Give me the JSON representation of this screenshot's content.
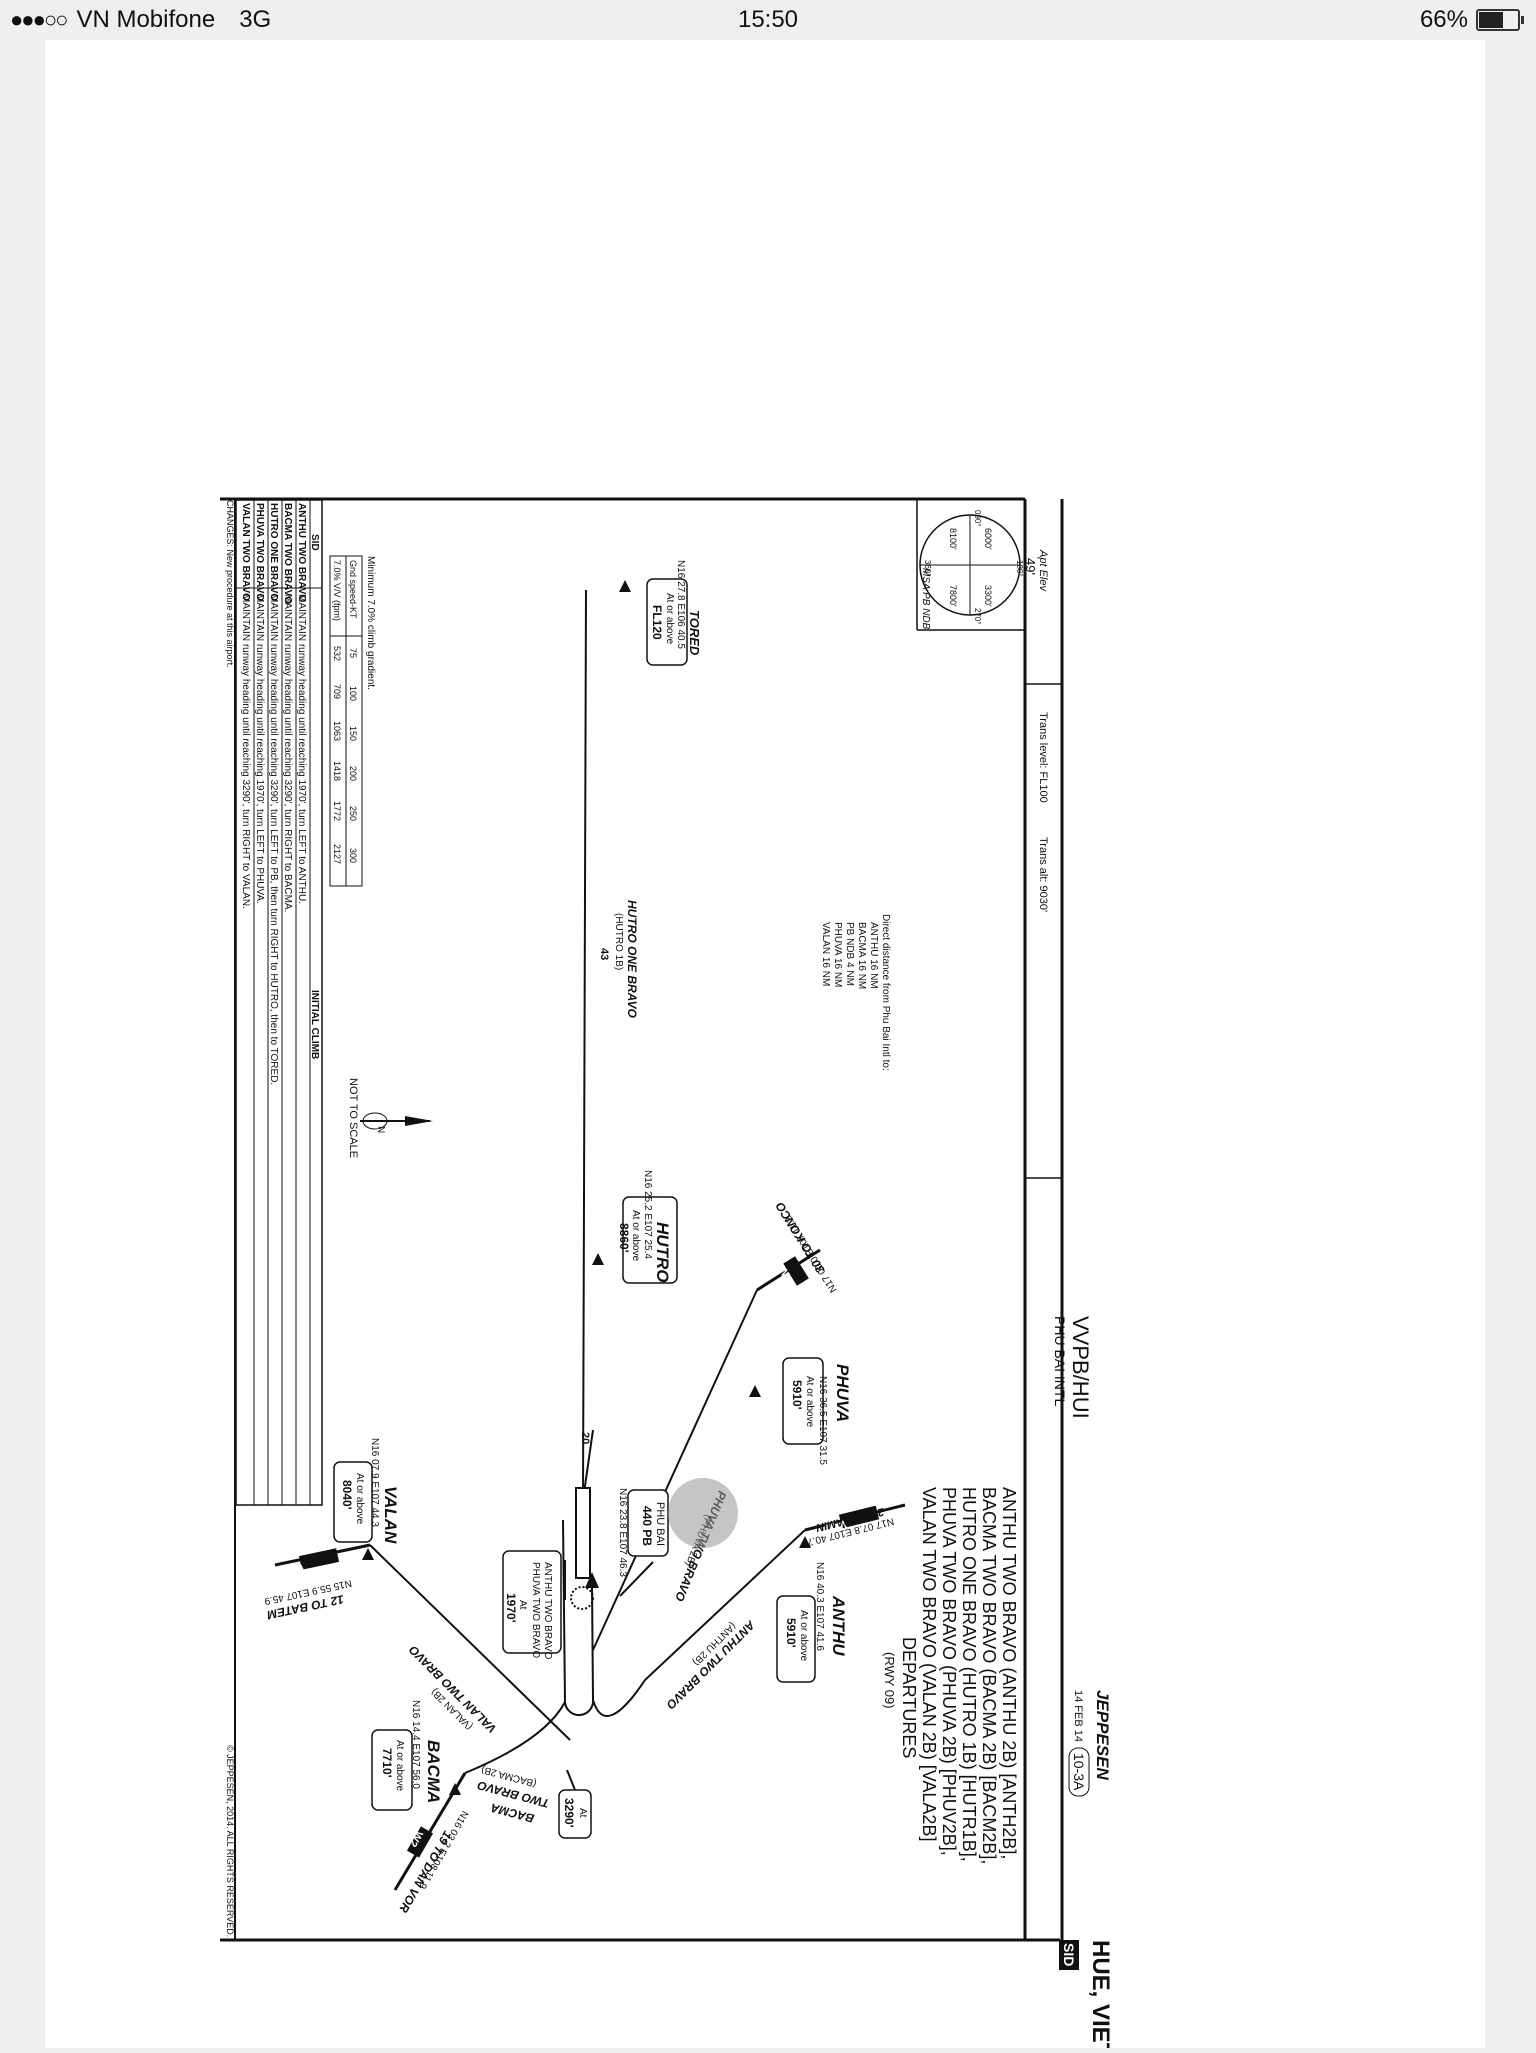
{
  "status_bar": {
    "signal_dots": "●●●○○",
    "carrier": "VN Mobifone",
    "network": "3G",
    "time": "15:50",
    "battery_pct": "66%",
    "battery_level": 0.66
  },
  "chart": {
    "location": "HUE, VIETNAM",
    "section_badge": "SID",
    "brand": "JEPPESEN",
    "date": "14 FEB 14",
    "chart_number": "10-3A",
    "icao": "VVPB/HUI",
    "airport_name": "PHU BAI INTL",
    "title_lines": [
      "ANTHU TWO BRAVO (ANTHU 2B) [ANTH2B],",
      "BACMA TWO BRAVO (BACMA 2B) [BACM2B],",
      "HUTRO ONE BRAVO (HUTRO 1B) [HUTR1B],",
      "PHUVA TWO BRAVO (PHUVA 2B) [PHUV2B],",
      "VALAN TWO BRAVO (VALAN 2B) [VALA2B]",
      "DEPARTURES",
      "(RWY 09)"
    ],
    "apt_elev_label": "Apt Elev",
    "apt_elev": "49'",
    "trans_level": "Trans level: FL100",
    "trans_alt": "Trans alt: 9030'",
    "msa": {
      "label": "MSA PB NDB",
      "values": [
        "6000'",
        "3300'",
        "7800'",
        "8100'"
      ],
      "bearings": [
        "090°",
        "180°",
        "270°",
        "360°"
      ]
    },
    "direct_distance": {
      "heading": "Direct distance from Phu Bai Intl to:",
      "items": [
        "ANTHU 16 NM",
        "BACMA 16 NM",
        "PB NDB 4 NM",
        "PHUVA 16 NM",
        "VALAN 16 NM"
      ]
    },
    "not_to_scale": "NOT TO SCALE",
    "north": "N",
    "fixes": {
      "tored": {
        "name": "TORED",
        "coord": "N16 27.8 E106 40.5",
        "constraint": "At or above",
        "alt": "FL120"
      },
      "hutro": {
        "name": "HUTRO",
        "coord": "N16 25.2 E107 25.4",
        "constraint": "At or above",
        "alt": "8860'"
      },
      "phuva": {
        "name": "PHUVA",
        "coord": "N16 36.5 E107 31.5",
        "constraint": "At or above",
        "alt": "5910'"
      },
      "anthu": {
        "name": "ANTHU",
        "coord": "N16 40.3 E107 41.6",
        "constraint": "At or above",
        "alt": "5910'"
      },
      "valan": {
        "name": "VALAN",
        "coord": "N16 07.9 E107 44.3",
        "constraint": "At or above",
        "alt": "8040'"
      },
      "bacma": {
        "name": "BACMA",
        "coord": "N16 14.4 E107 56.0",
        "constraint": "At or above",
        "alt": "7710'"
      }
    },
    "phu_bai": {
      "name": "PHU BAI",
      "freq": "440 PB",
      "coord": "N16 23.8 E107 46.3"
    },
    "initial_box": {
      "line1": "ANTHU TWO BRAVO",
      "line2": "PHUVA TWO BRAVO",
      "at": "At",
      "alt": "1970'"
    },
    "at_3290": {
      "at": "At",
      "alt": "3290'"
    },
    "routes": {
      "hutro": "HUTRO ONE BRAVO",
      "hutro_short": "(HUTRO 1B)",
      "hutro_dist": "43",
      "pb_hutro_dist": "20",
      "phuva": "PHUVA TWO BRAVO",
      "phuva_short": "(PHUVA 2B)",
      "anthu": "ANTHU TWO BRAVO",
      "anthu_short": "(ANTHU 2B)",
      "valan": "VALAN TWO BRAVO",
      "valan_short": "(VALAN 2B)",
      "bacma": "BACMA",
      "bacma_two": "TWO BRAVO",
      "bacma_short": "(BACMA 2B)"
    },
    "airways": {
      "konco": {
        "badge": "W2",
        "text": "30 TO KONCO",
        "coord": "N17 00.0 E107 11.2"
      },
      "hamin": {
        "badge": "W10",
        "text": "27 TO HAMIN",
        "coord": "N17 07.8 E107 40.7"
      },
      "batem": {
        "badge": "W10",
        "text": "12 TO BATEM",
        "coord": "N15 55.9 E107 45.9"
      },
      "danvor": {
        "badge": "W2",
        "text": "19 TO DAN VOR",
        "coord": "N16 03.2 E108 11.9"
      }
    },
    "climb_table": {
      "note": "Minimum 7.0% climb gradient.",
      "row1_label": "Gnd speed-KT",
      "row1": [
        "75",
        "100",
        "150",
        "200",
        "250",
        "300"
      ],
      "row2_label": "7.0% V/V (fpm)",
      "row2": [
        "532",
        "709",
        "1063",
        "1418",
        "1772",
        "2127"
      ]
    },
    "sid_table": {
      "col_sid": "SID",
      "col_climb": "INITIAL CLIMB",
      "rows": [
        {
          "sid": "ANTHU TWO BRAVO",
          "text": "MAINTAIN runway heading until reaching 1970', turn LEFT to ANTHU."
        },
        {
          "sid": "BACMA TWO BRAVO",
          "text": "MAINTAIN runway heading until reaching 3290', turn RIGHT to BACMA."
        },
        {
          "sid": "HUTRO ONE BRAVO",
          "text": "MAINTAIN runway heading until reaching 3290', turn LEFT to PB, then turn RIGHT to HUTRO, then to TORED."
        },
        {
          "sid": "PHUVA TWO BRAVO",
          "text": "MAINTAIN runway heading until reaching 1970', turn LEFT to PHUVA."
        },
        {
          "sid": "VALAN TWO BRAVO",
          "text": "MAINTAIN runway heading until reaching 3290', turn RIGHT to VALAN."
        }
      ]
    },
    "changes": "CHANGES: New procedure at this airport.",
    "copyright": "© JEPPESEN, 2014. ALL RIGHTS RESERVED."
  }
}
